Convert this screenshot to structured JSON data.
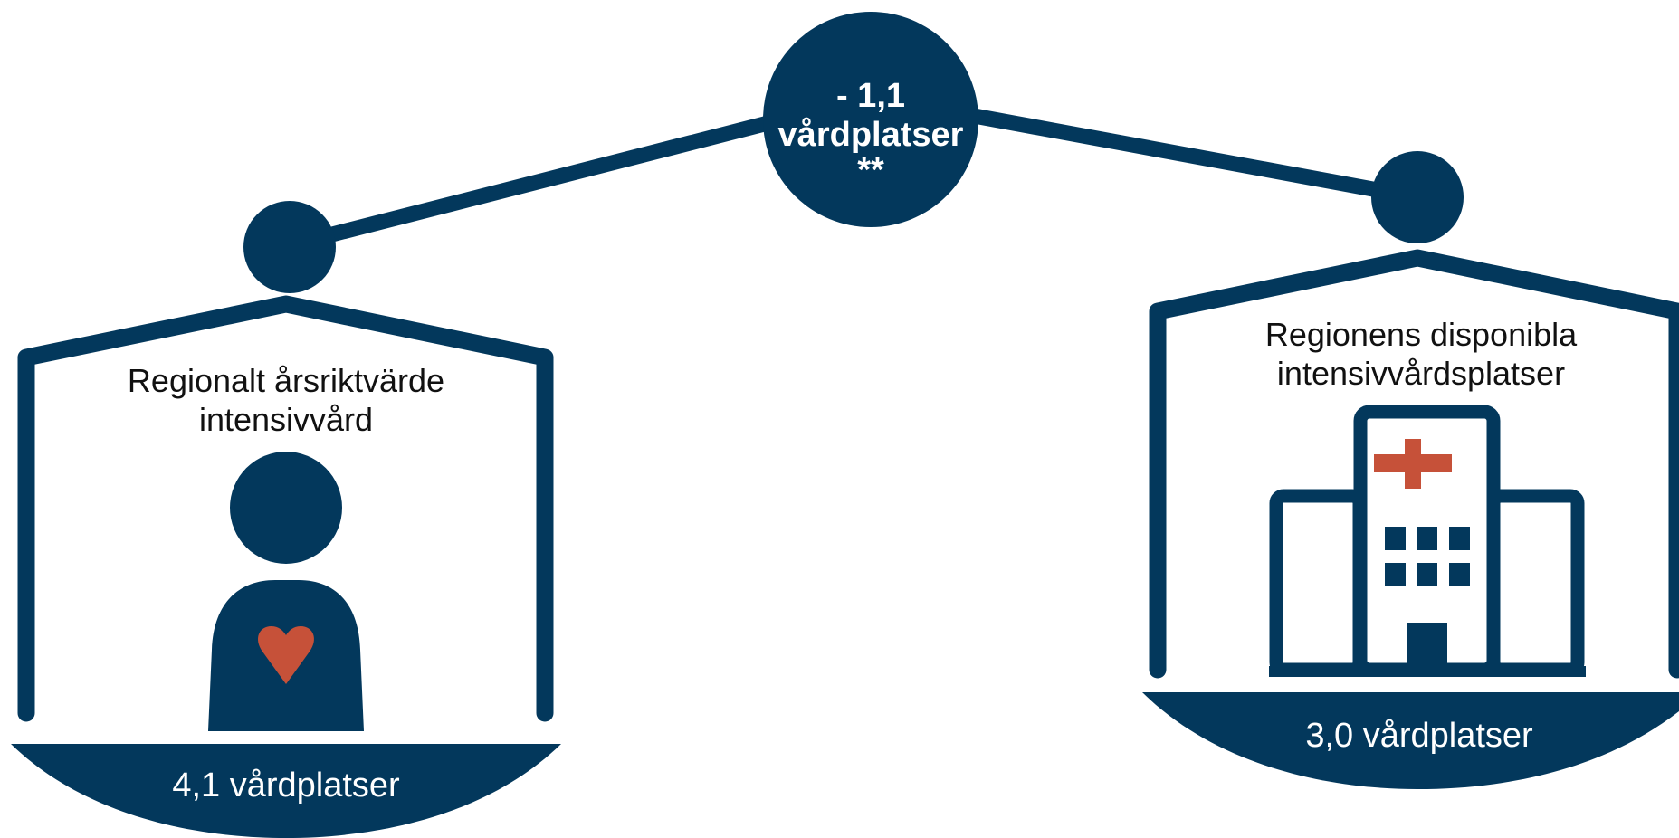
{
  "colors": {
    "primary": "#03385c",
    "accent": "#c65139",
    "background": "#ffffff"
  },
  "difference": {
    "line1": "- 1,1",
    "line2": "vårdplatser",
    "line3": "**"
  },
  "left_pan": {
    "title_line1": "Regionalt årsriktvärde",
    "title_line2": "intensivvård",
    "value_label": "4,1 vårdplatser",
    "icon": "person-with-heart-icon"
  },
  "right_pan": {
    "title_line1": "Regionens disponibla",
    "title_line2": "intensivvårdsplatser",
    "value_label": "3,0 vårdplatser",
    "icon": "hospital-building-icon"
  }
}
